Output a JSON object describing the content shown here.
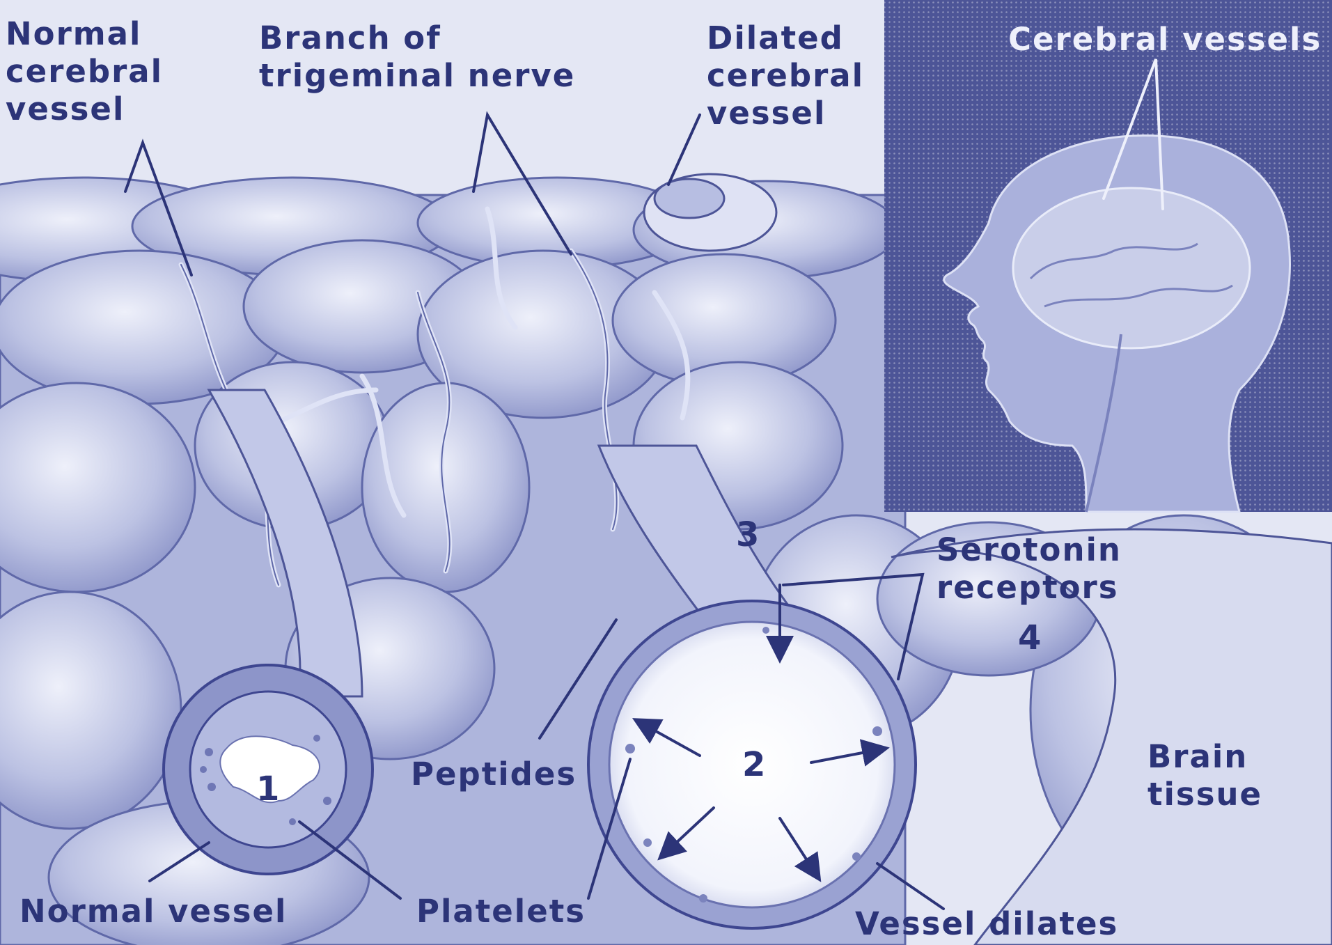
{
  "labels": {
    "normal_cerebral_vessel": "Normal\ncerebral\nvessel",
    "branch_of_trigeminal_nerve": "Branch of\ntrigeminal nerve",
    "dilated_cerebral_vessel": "Dilated\ncerebral\nvessel",
    "cerebral_vessels": "Cerebral vessels",
    "serotonin_receptors": "Serotonin\nreceptors",
    "peptides": "Peptides",
    "brain_tissue": "Brain\ntissue",
    "normal_vessel": "Normal vessel",
    "platelets": "Platelets",
    "vessel_dilates": "Vessel dilates"
  },
  "steps": {
    "one": "1",
    "two": "2",
    "three": "3",
    "four": "4"
  },
  "colors": {
    "ink": "#2c3478",
    "background": "#e4e7f4",
    "inset_panel": "#4d5597",
    "tissue_shade": "#9ea6d4",
    "tissue_light": "#cbd0ea"
  }
}
